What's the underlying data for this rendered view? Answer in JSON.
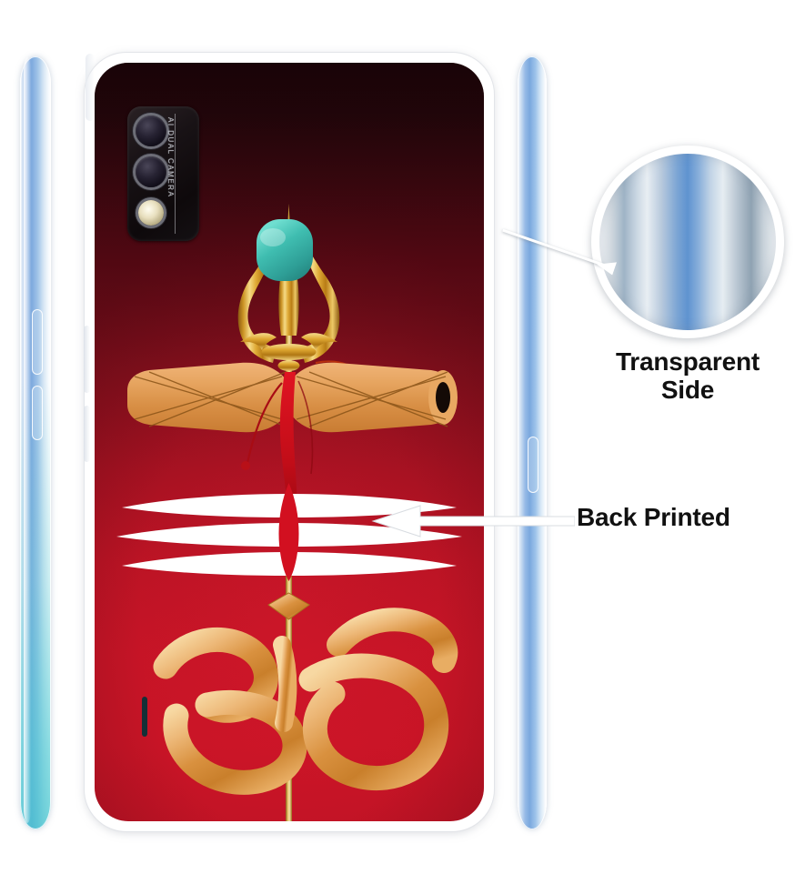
{
  "product": {
    "type": "mobile-phone-back-cover",
    "artwork_theme": "Shiva Trishul, Damaru, Tripundra and Om",
    "case_color_top": "#0a0305",
    "case_color_bottom": "#cc1527",
    "bumper_color": "#ffffff"
  },
  "phone": {
    "camera_label": "AI DUAL CAMERA",
    "camera_lens_count": 2,
    "flash_count": 1
  },
  "side_views": {
    "left": {
      "name": "left-side-profile",
      "finish_top": "#7eaade",
      "finish_bottom": "#40c4cd"
    },
    "right": {
      "name": "right-side-profile",
      "finish": "#7aa8de"
    }
  },
  "callouts": [
    {
      "id": "transparent-side",
      "label_line_1": "Transparent",
      "label_line_2": "Side",
      "zoom_subject": "phone-case-side-edge"
    },
    {
      "id": "back-printed",
      "label": "Back Printed",
      "arrow_direction": "left"
    }
  ],
  "artwork": {
    "gem_color": "#3fb5ab",
    "gold_color": "#d99a2b",
    "damaru_color": "#e09a4f",
    "ribbon_color": "#cc0e18",
    "tripundra_color": "#ffffff",
    "tilak_color": "#d21020",
    "elements": [
      "trishul",
      "gem",
      "damaru",
      "red-ribbon",
      "tripundra-three-lines",
      "om-symbol",
      "staff"
    ]
  }
}
